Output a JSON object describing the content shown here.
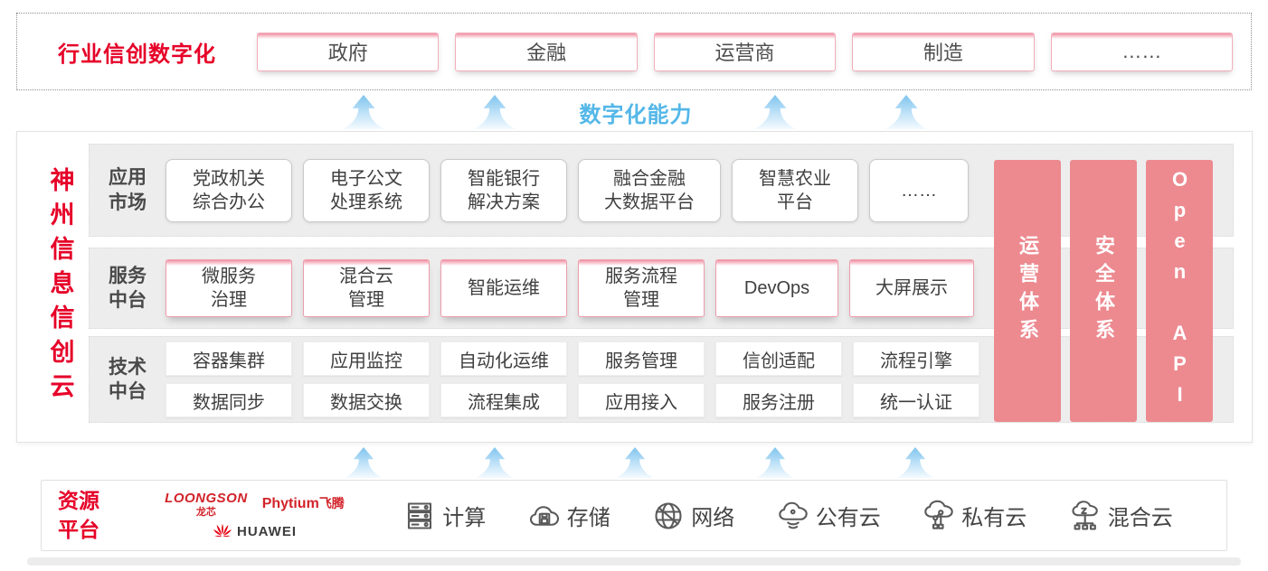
{
  "top": {
    "title": "行业信创数字化",
    "industries": [
      "政府",
      "金融",
      "运营商",
      "制造",
      "……"
    ]
  },
  "capability_label": "数字化能力",
  "platform": {
    "side_title": "神州信息信创云",
    "app_row": {
      "label": "应用\n市场",
      "items": [
        "党政机关\n综合办公",
        "电子公文\n处理系统",
        "智能银行\n解决方案",
        "融合金融\n大数据平台",
        "智慧农业\n平台",
        "……"
      ]
    },
    "service_row": {
      "label": "服务\n中台",
      "items": [
        "微服务\n治理",
        "混合云\n管理",
        "智能运维",
        "服务流程\n管理",
        "DevOps",
        "大屏展示"
      ]
    },
    "tech_row": {
      "label": "技术\n中台",
      "row1": [
        "容器集群",
        "应用监控",
        "自动化运维",
        "服务管理",
        "信创适配",
        "流程引擎"
      ],
      "row2": [
        "数据同步",
        "数据交换",
        "流程集成",
        "应用接入",
        "服务注册",
        "统一认证"
      ]
    },
    "pillars": [
      "运营体系",
      "安全体系",
      "Open API"
    ]
  },
  "resources": {
    "title": "资源\n平台",
    "vendors": {
      "loongson": "LOONGSON",
      "loongson_cn": "龙芯",
      "phytium": "Phytium",
      "phytium_cn": "飞腾",
      "huawei": "HUAWEI"
    },
    "items": [
      {
        "icon": "compute-server-icon",
        "label": "计算"
      },
      {
        "icon": "storage-cloud-icon",
        "label": "存储"
      },
      {
        "icon": "network-globe-icon",
        "label": "网络"
      },
      {
        "icon": "public-cloud-icon",
        "label": "公有云"
      },
      {
        "icon": "private-cloud-icon",
        "label": "私有云"
      },
      {
        "icon": "hybrid-cloud-icon",
        "label": "混合云"
      }
    ]
  },
  "colors": {
    "brand_red": "#e60028",
    "pillar_pink": "#ec8a90",
    "accent_blue": "#54b7e8",
    "box_border_pink": "#ee9dab"
  }
}
